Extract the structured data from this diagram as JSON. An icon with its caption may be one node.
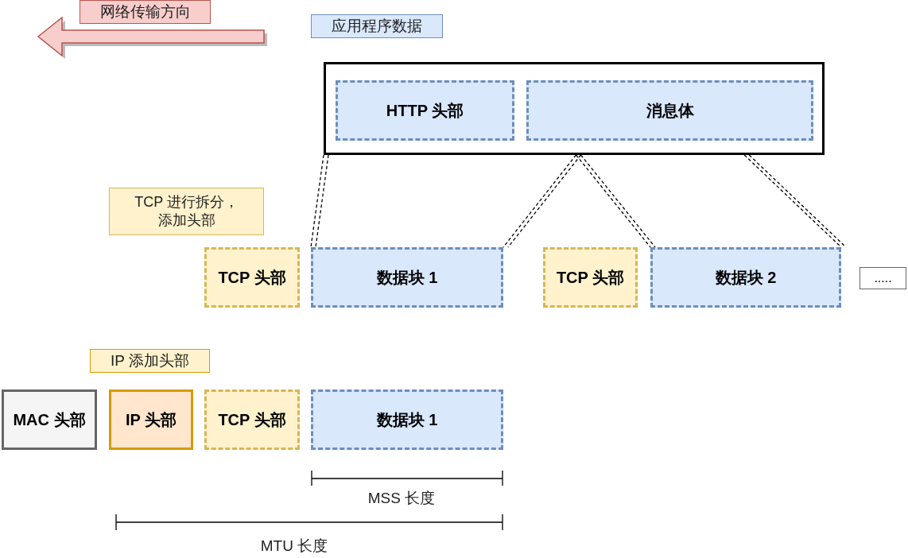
{
  "diagram": {
    "nodes": [
      {
        "text": [
          "应用程序数据"
        ]
      },
      {
        "text": [],
        "shape": "box"
      },
      {
        "text": [
          "HTTP 头部"
        ],
        "in": 1
      },
      {
        "text": [
          "消息体"
        ],
        "in": 1
      },
      {
        "text": [
          "TCP 进行拆分，添加头部"
        ]
      },
      {
        "text": [
          "TCP 头部"
        ]
      },
      {
        "text": [
          "数据块 1"
        ]
      },
      {
        "text": [
          "TCP 头部"
        ]
      },
      {
        "text": [
          "数据块 2"
        ]
      },
      {
        "text": [
          "....."
        ]
      },
      {
        "text": [
          "IP 添加头部"
        ]
      },
      {
        "text": [
          "MAC 头部"
        ]
      },
      {
        "text": [
          "IP 头部"
        ]
      },
      {
        "text": [
          "TCP 头部"
        ]
      },
      {
        "text": [
          "数据块 1"
        ]
      },
      {
        "text": [
          "网络传输方向"
        ]
      }
    ],
    "edges": [
      {
        "from": 1,
        "to": 6,
        "arrow": "none",
        "style": "dashed"
      },
      {
        "from": 1,
        "to": 6,
        "arrow": "none",
        "style": "dashed"
      },
      {
        "from": 1,
        "to": 8,
        "arrow": "none",
        "style": "dashed"
      },
      {
        "from": 1,
        "to": 8,
        "arrow": "none",
        "style": "dashed"
      }
    ],
    "labels": [
      "MSS 长度",
      "MTU 长度"
    ]
  }
}
